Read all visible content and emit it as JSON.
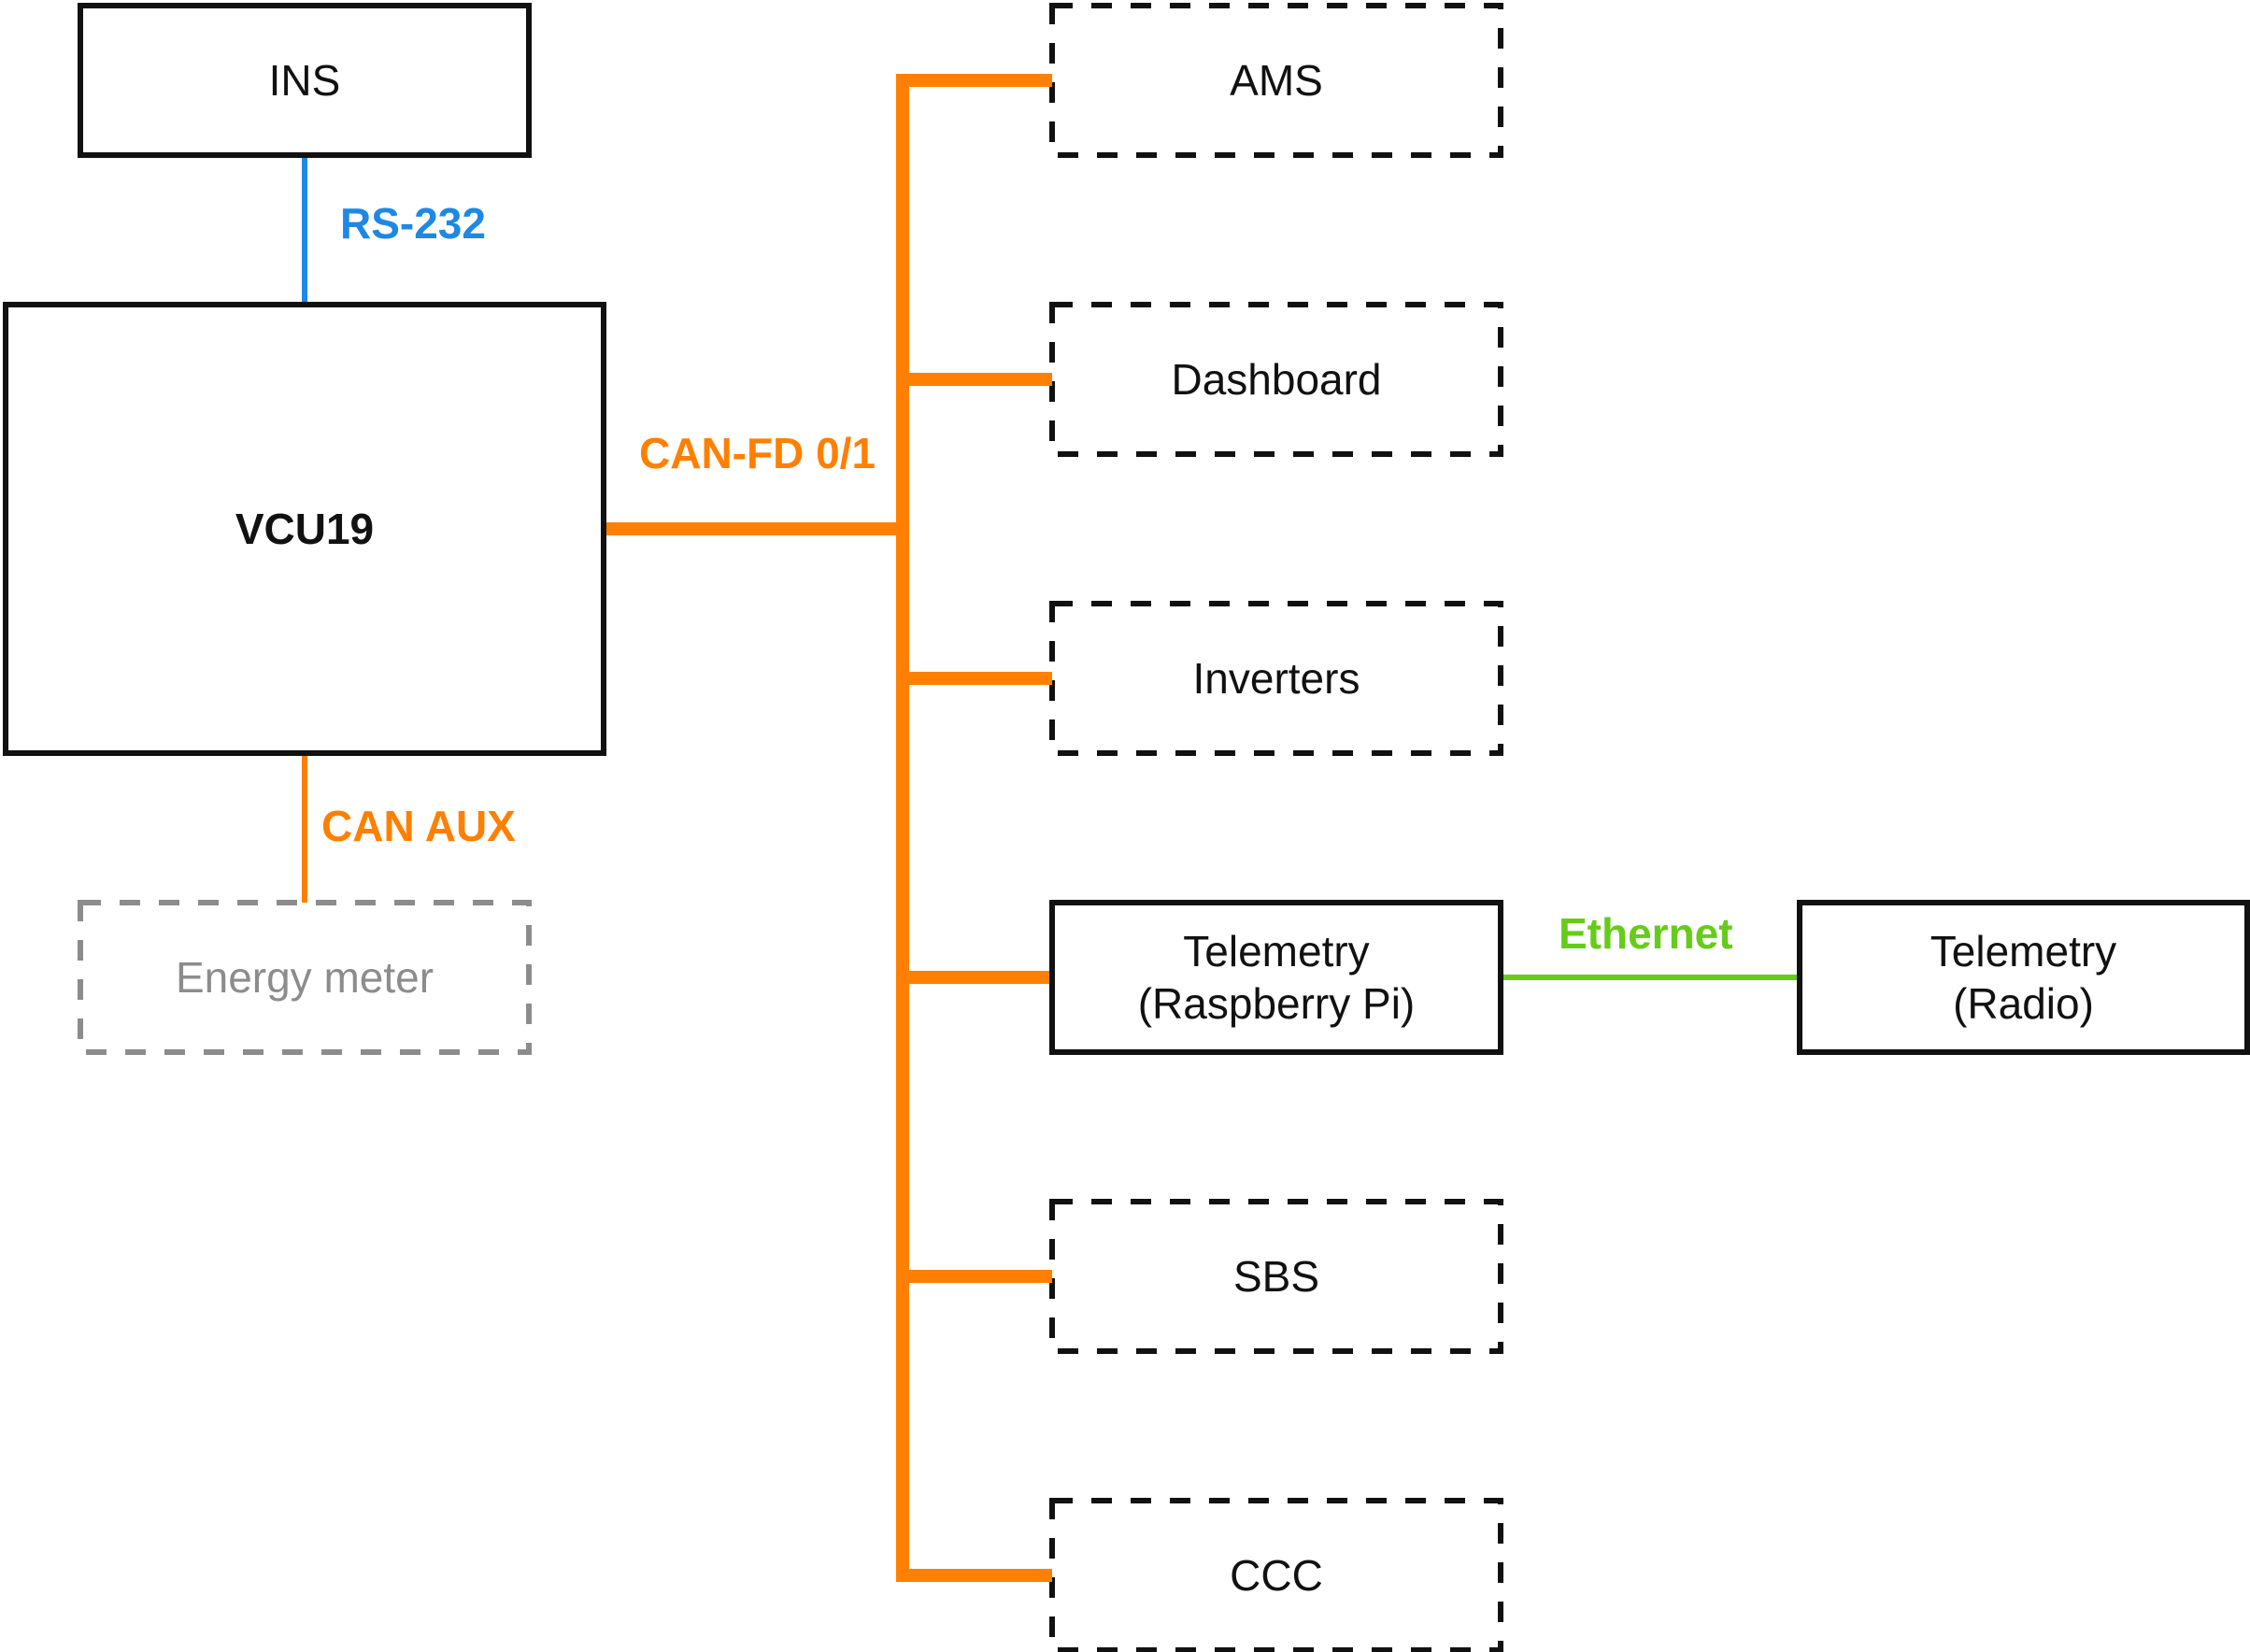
{
  "nodes": {
    "ins": "INS",
    "vcu": "VCU19",
    "energy_meter": "Energy meter",
    "ams": "AMS",
    "dashboard": "Dashboard",
    "inverters": "Inverters",
    "telemetry_pi": "Telemetry\n(Raspberry Pi)",
    "telemetry_radio": "Telemetry\n(Radio)",
    "sbs": "SBS",
    "ccc": "CCC"
  },
  "links": {
    "rs232": "RS-232",
    "can_aux": "CAN AUX",
    "can_fd": "CAN-FD 0/1",
    "ethernet": "Ethernet"
  },
  "colors": {
    "rs232": "#1e88e5",
    "can": "#ff8000",
    "ethernet": "#66cc1a",
    "box_border": "#111111",
    "faded_border": "#8c8c8c"
  }
}
